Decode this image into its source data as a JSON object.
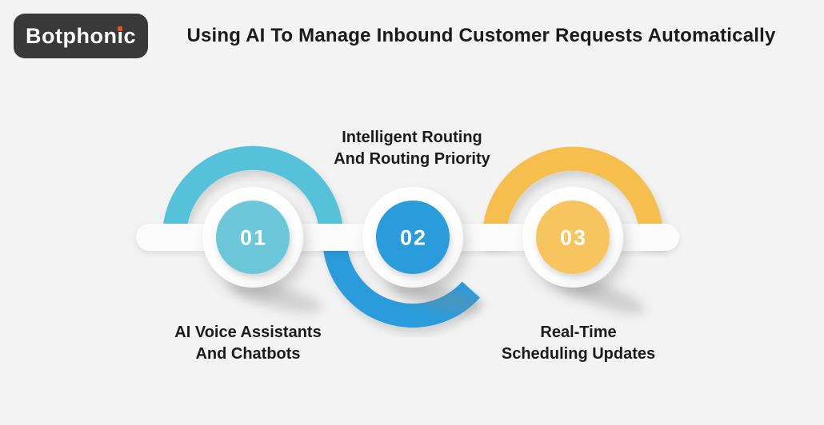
{
  "background_color": "#f3f3f3",
  "logo": {
    "brand_full": "Botphonic",
    "brand_prefix": "Botphon",
    "brand_i": "ı",
    "brand_suffix": "c",
    "box_color": "#393939",
    "text_color": "#ffffff",
    "dot_color": "#e9541d"
  },
  "title": {
    "text": "Using AI To Manage Inbound Customer Requests Automatically",
    "color": "#1b1b1d"
  },
  "diagram": {
    "connector_color": "#fbfbfb",
    "steps": [
      {
        "number": "01",
        "label_line1": "AI Voice Assistants",
        "label_line2": "And Chatbots",
        "label_position": "below",
        "circle_color": "#6cc8d9",
        "arc_color": "#55c2da"
      },
      {
        "number": "02",
        "label_line1": "Intelligent Routing",
        "label_line2": "And Routing Priority",
        "label_position": "above",
        "circle_color": "#2b9cdb",
        "arc_color": "#2b9cdb"
      },
      {
        "number": "03",
        "label_line1": "Real-Time",
        "label_line2": "Scheduling Updates",
        "label_position": "below",
        "circle_color": "#f7c45d",
        "arc_color": "#f5be4e"
      }
    ]
  }
}
